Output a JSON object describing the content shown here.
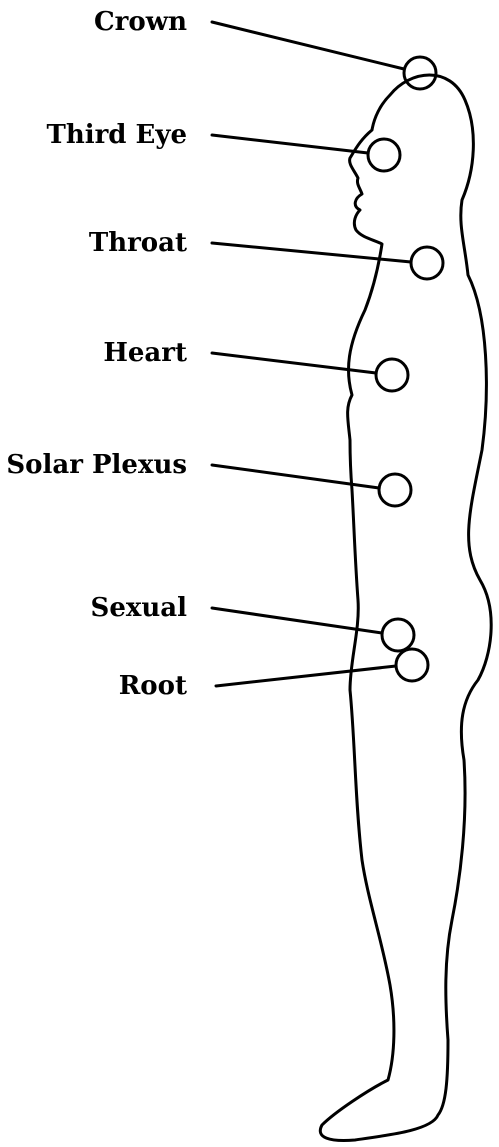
{
  "diagram": {
    "labels": [
      "Crown",
      "Third Eye",
      "Throat",
      "Heart",
      "Solar Plexus",
      "Sexual",
      "Root"
    ],
    "line_color": "#000000",
    "background_color": "#ffffff"
  }
}
